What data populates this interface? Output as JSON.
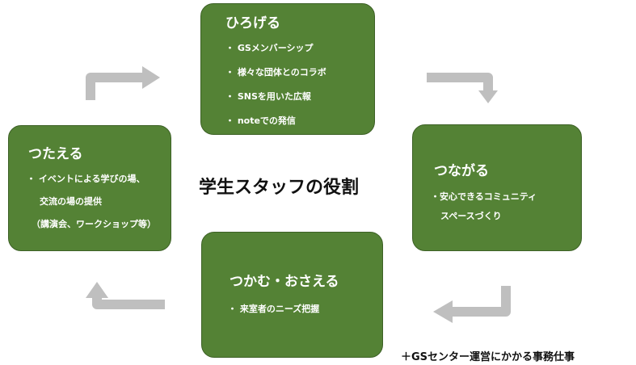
{
  "center_title": "学生スタッフの役割",
  "footnote": "＋GSセンター運営にかかる事務仕事",
  "colors": {
    "box_fill": "#548235",
    "box_border": "#3d6126",
    "arrow": "#bfbfbf"
  },
  "top": {
    "title": "ひろげる",
    "items": [
      "・ GSメンバーシップ",
      "・ 様々な団体とのコラボ",
      "・ SNSを用いた広報",
      "・ noteでの発信"
    ]
  },
  "right": {
    "title": "つながる",
    "items": [
      "・安心できるコミュニティ",
      "スペースづくり"
    ]
  },
  "bottom": {
    "title": "つかむ・おさえる",
    "items": [
      "・ 来室者のニーズ把握"
    ]
  },
  "left": {
    "title": "つたえる",
    "items": [
      "・ イベントによる学びの場、",
      "交流の場の提供",
      "（講演会、ワークショップ等）"
    ]
  }
}
